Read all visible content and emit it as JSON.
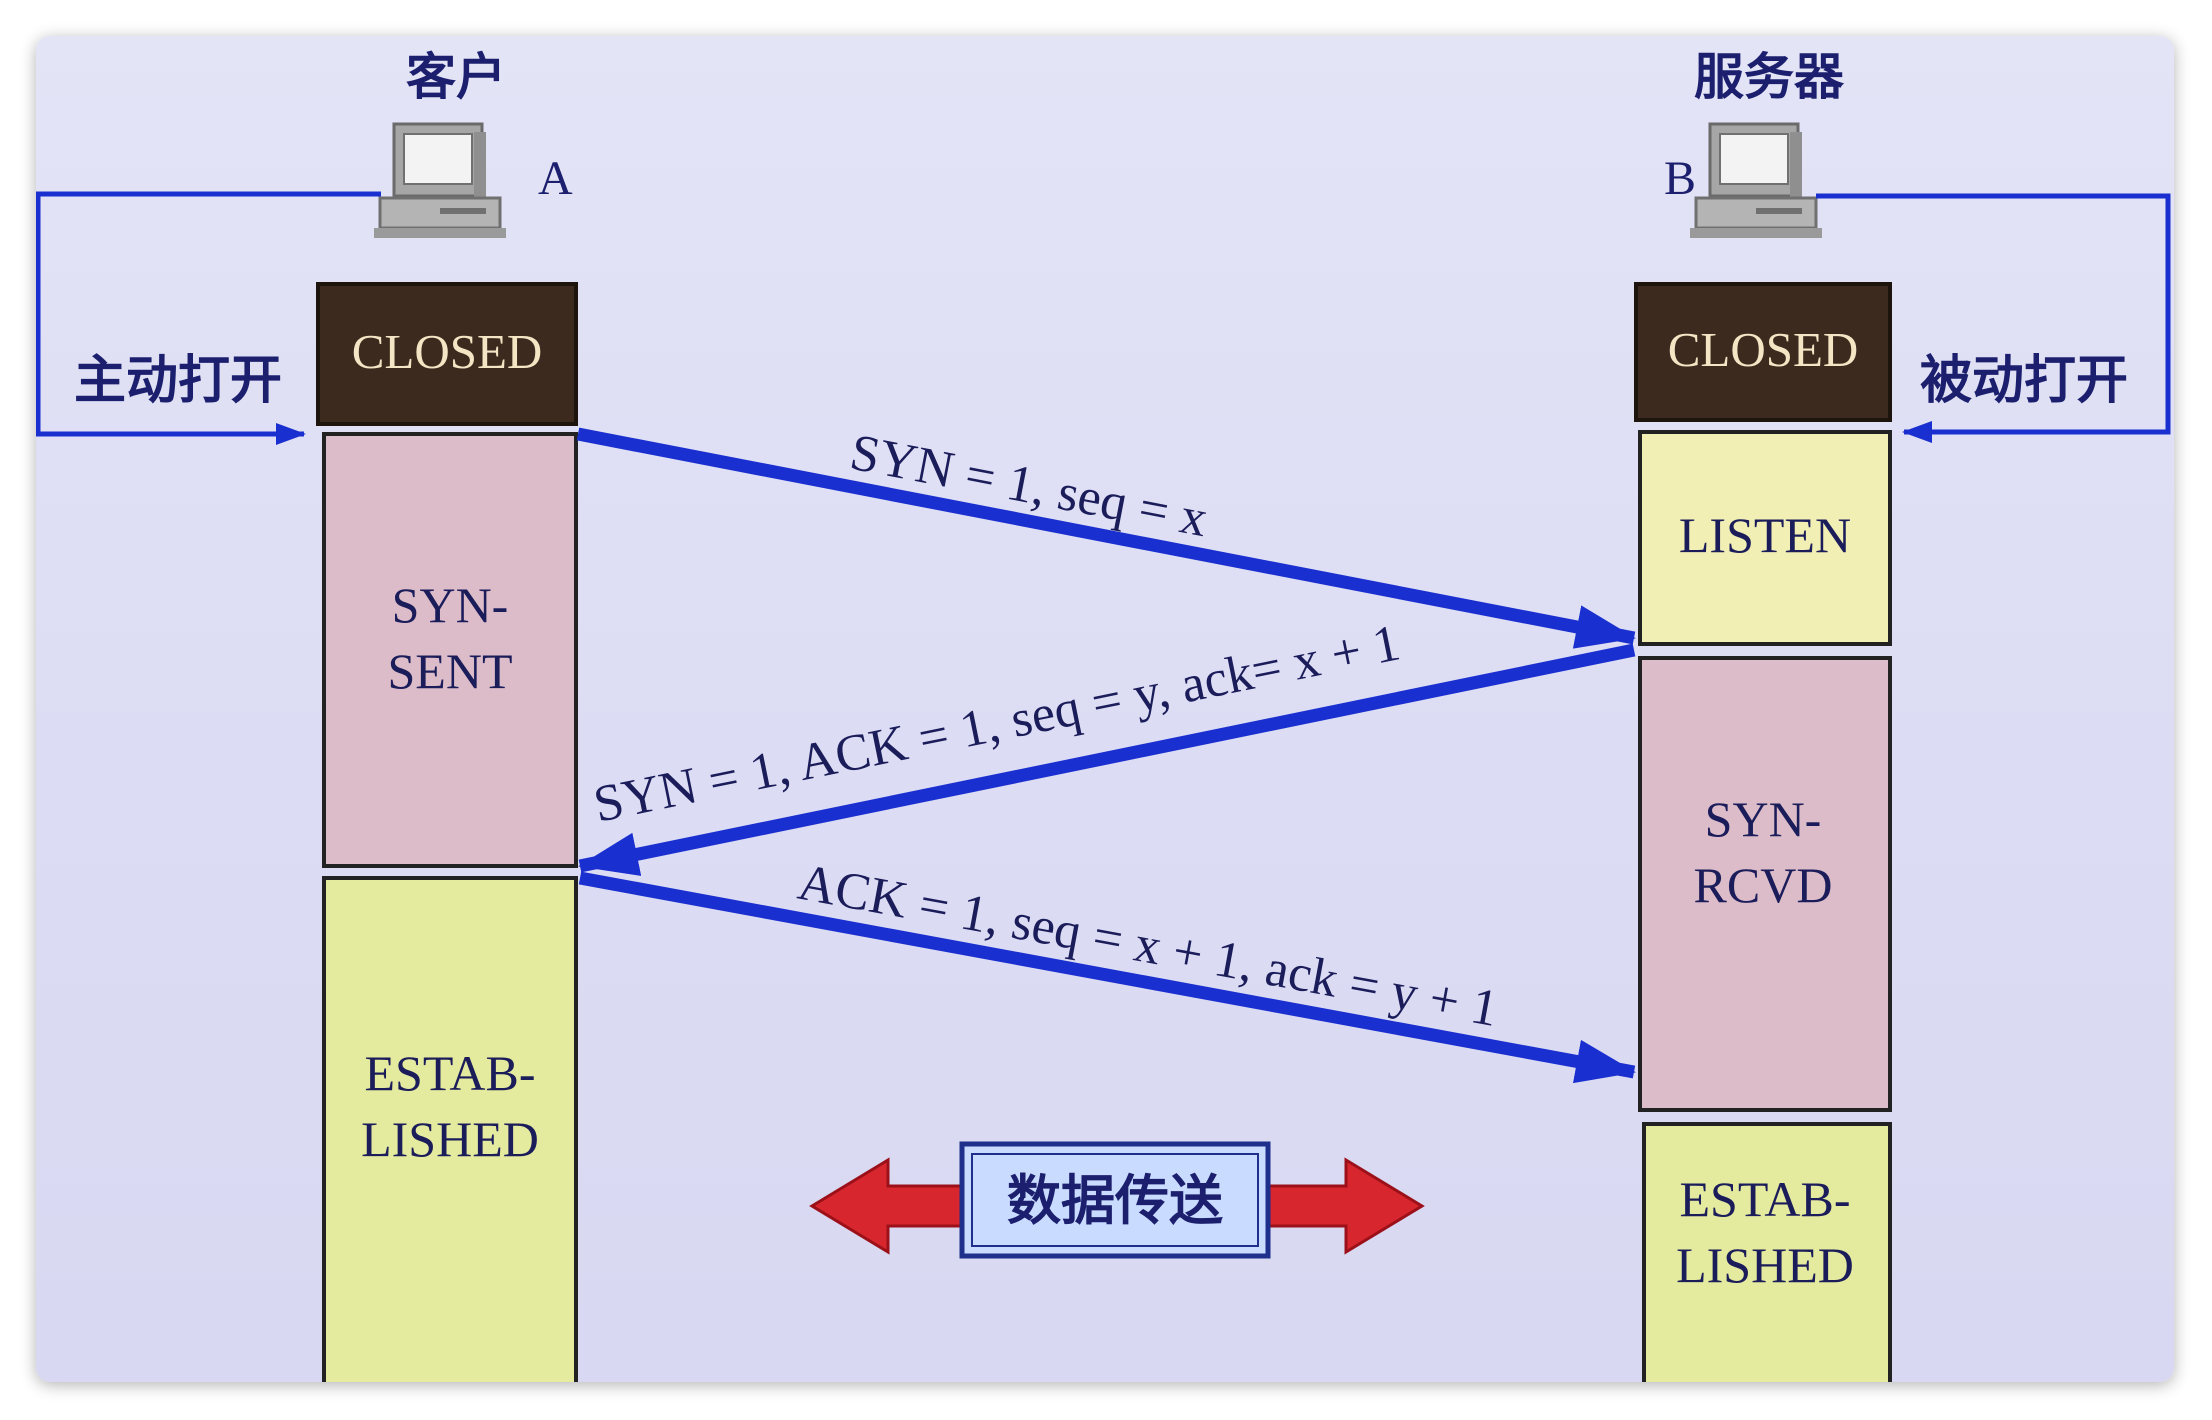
{
  "client": {
    "title": "客户",
    "host_label": "A",
    "open_label": "主动打开"
  },
  "server": {
    "title": "服务器",
    "host_label": "B",
    "open_label": "被动打开"
  },
  "client_states": {
    "closed": "CLOSED",
    "syn_sent": [
      "SYN-",
      "SENT"
    ],
    "established": [
      "ESTAB-",
      "LISHED"
    ]
  },
  "server_states": {
    "closed": "CLOSED",
    "listen": "LISTEN",
    "syn_rcvd": [
      "SYN-",
      "RCVD"
    ],
    "established": [
      "ESTAB-",
      "LISHED"
    ]
  },
  "messages": {
    "syn": "SYN = 1, seq = x",
    "syn_ack": "SYN = 1, ACK = 1, seq = y, ack= x + 1",
    "ack": "ACK = 1, seq = x + 1, ack = y + 1"
  },
  "data_transfer": "数据传送",
  "colors": {
    "closed": "#3d2a1f",
    "closed_text": "#f4e6c4",
    "syn_state": "#dcbcc9",
    "listen": "#f1efb4",
    "established": "#e4ea9e",
    "arrow_blue": "#1a2fcf",
    "arrow_red": "#d8262e",
    "label_box": "#c9dcff"
  }
}
